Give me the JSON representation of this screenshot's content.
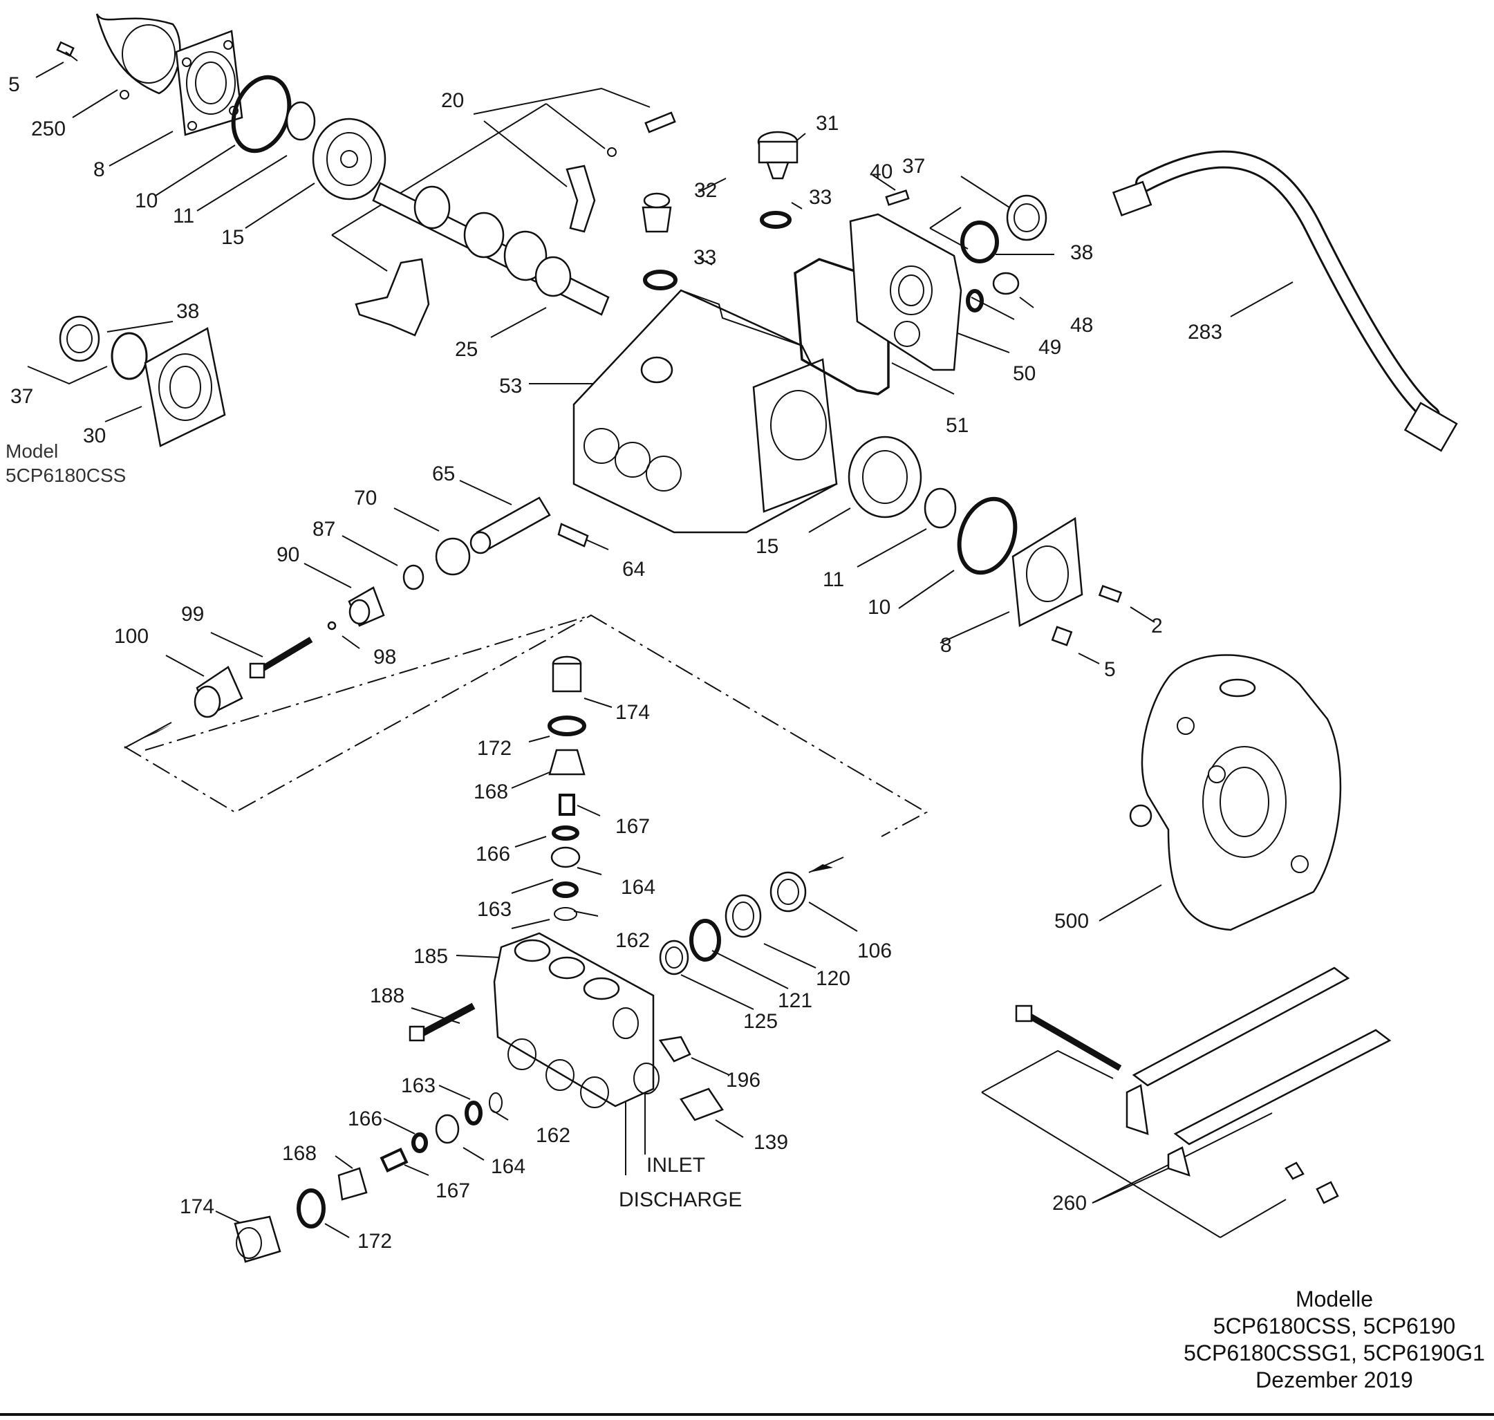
{
  "labels": {
    "l5a": "5",
    "l250": "250",
    "l8a": "8",
    "l10a": "10",
    "l11a": "11",
    "l15a": "15",
    "l20": "20",
    "l25": "25",
    "l31": "31",
    "l32": "32",
    "l33a": "33",
    "l33b": "33",
    "l40": "40",
    "l37a": "37",
    "l38a": "38",
    "l48": "48",
    "l49": "49",
    "l50": "50",
    "l51": "51",
    "l53": "53",
    "l283": "283",
    "l38b": "38",
    "l37b": "37",
    "l30": "30",
    "l65": "65",
    "l70": "70",
    "l87": "87",
    "l90": "90",
    "l64": "64",
    "l15b": "15",
    "l11b": "11",
    "l10b": "10",
    "l8b": "8",
    "l2": "2",
    "l5b": "5",
    "l99": "99",
    "l100": "100",
    "l98": "98",
    "l174a": "174",
    "l172a": "172",
    "l168a": "168",
    "l167a": "167",
    "l166a": "166",
    "l164a": "164",
    "l163a": "163",
    "l162a": "162",
    "l106": "106",
    "l120": "120",
    "l121": "121",
    "l125": "125",
    "l185": "185",
    "l188": "188",
    "l196": "196",
    "l139": "139",
    "l163b": "163",
    "l162b": "162",
    "l166b": "166",
    "l164b": "164",
    "l168b": "168",
    "l167b": "167",
    "l174b": "174",
    "l172b": "172",
    "l500": "500",
    "l260": "260",
    "inlet": "INLET",
    "discharge": "DISCHARGE"
  },
  "model_note": {
    "title": "Model",
    "code": "5CP6180CSS"
  },
  "caption": {
    "line1": "Modelle",
    "line2": "5CP6180CSS, 5CP6190",
    "line3": "5CP6180CSSG1, 5CP6190G1",
    "line4": "Dezember 2019"
  }
}
